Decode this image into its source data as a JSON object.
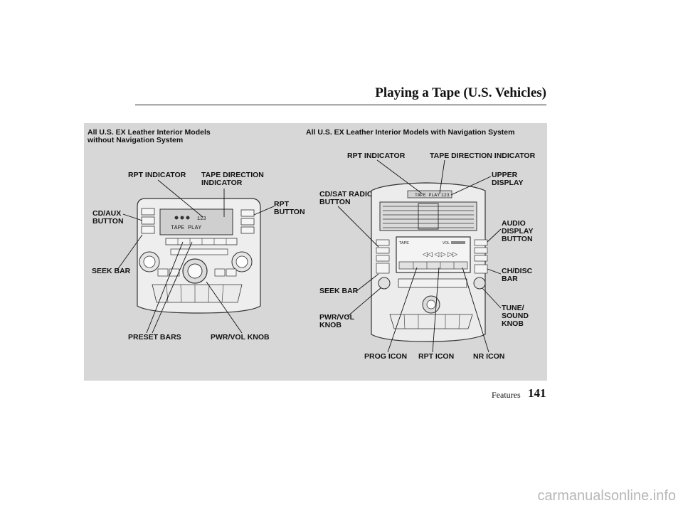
{
  "header": {
    "title": "Playing a Tape (U.S. Vehicles)"
  },
  "left": {
    "heading": "All U.S. EX Leather Interior Models\nwithout Navigation System",
    "labels": {
      "rpt_indicator": "RPT INDICATOR",
      "tape_direction": "TAPE DIRECTION\nINDICATOR",
      "cd_aux": "CD/AUX\nBUTTON",
      "rpt_button": "RPT\nBUTTON",
      "seek_bar": "SEEK BAR",
      "preset_bars": "PRESET BARS",
      "pwr_vol": "PWR/VOL KNOB"
    },
    "display": {
      "text": "TAPE     PLAY",
      "track": "123"
    }
  },
  "right": {
    "heading": "All U.S. EX Leather Interior Models with Navigation System",
    "labels": {
      "rpt_indicator": "RPT INDICATOR",
      "tape_direction": "TAPE DIRECTION INDICATOR",
      "upper_display": "UPPER\nDISPLAY",
      "cd_sat": "CD/SAT RADIO\nBUTTON",
      "audio_display": "AUDIO\nDISPLAY\nBUTTON",
      "ch_disc": "CH/DISC\nBAR",
      "seek_bar": "SEEK BAR",
      "tune_sound": "TUNE/\nSOUND\nKNOB",
      "pwr_vol": "PWR/VOL\nKNOB",
      "prog_icon": "PROG ICON",
      "rpt_icon": "RPT ICON",
      "nr_icon": "NR ICON"
    },
    "display": {
      "text": "TAPE PLAY",
      "track": "123",
      "screen_title": "TAPE",
      "vol": "VOL"
    }
  },
  "footer": {
    "section": "Features",
    "page": "141"
  },
  "watermark": "carmanualsonline.info"
}
